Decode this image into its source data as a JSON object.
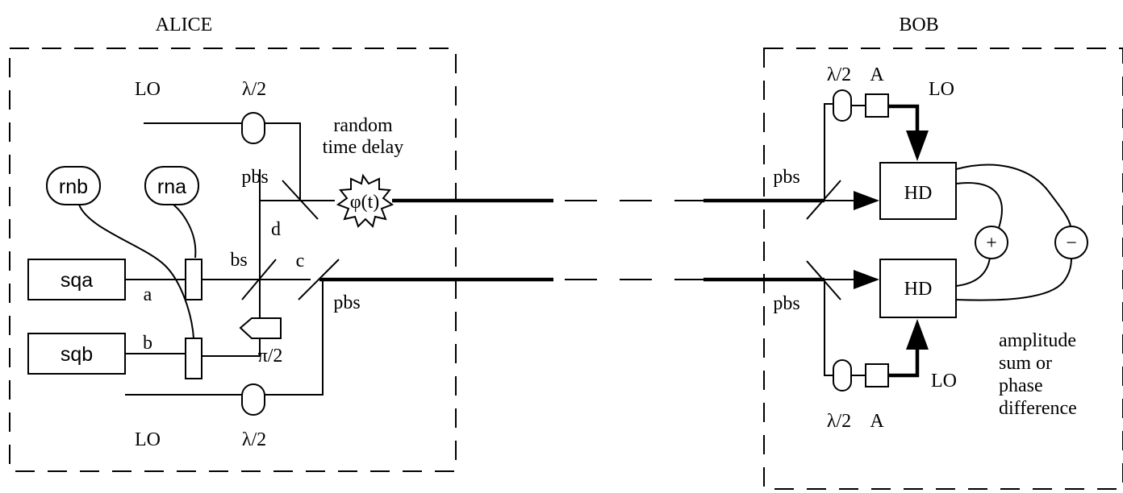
{
  "alice": {
    "title": "ALICE",
    "sources": {
      "sqa": "sqa",
      "sqb": "sqb",
      "rnb": "rnb",
      "rna": "rna"
    },
    "paths": {
      "a": "a",
      "b": "b",
      "c": "c",
      "d": "d"
    },
    "lo_top": "LO",
    "lo_bottom": "LO",
    "halfwave_top": "λ/2",
    "halfwave_bottom": "λ/2",
    "pbs_top": "pbs",
    "pbs_bottom": "pbs",
    "bs": "bs",
    "phase_shift": "π/2",
    "phase_element": "φ(t)",
    "random_delay_line1": "random",
    "random_delay_line2": "time delay"
  },
  "bob": {
    "title": "BOB",
    "halfwave_top": "λ/2",
    "halfwave_bottom": "λ/2",
    "attenuator_top": "A",
    "attenuator_bottom": "A",
    "lo_top": "LO",
    "lo_bottom": "LO",
    "pbs_top": "pbs",
    "pbs_bottom": "pbs",
    "hd_top": "HD",
    "hd_bottom": "HD",
    "sum_symbol": "+",
    "difference_symbol": "−",
    "output_line1": "amplitude",
    "output_line2": "sum or",
    "output_line3": "phase",
    "output_line4": "difference"
  }
}
